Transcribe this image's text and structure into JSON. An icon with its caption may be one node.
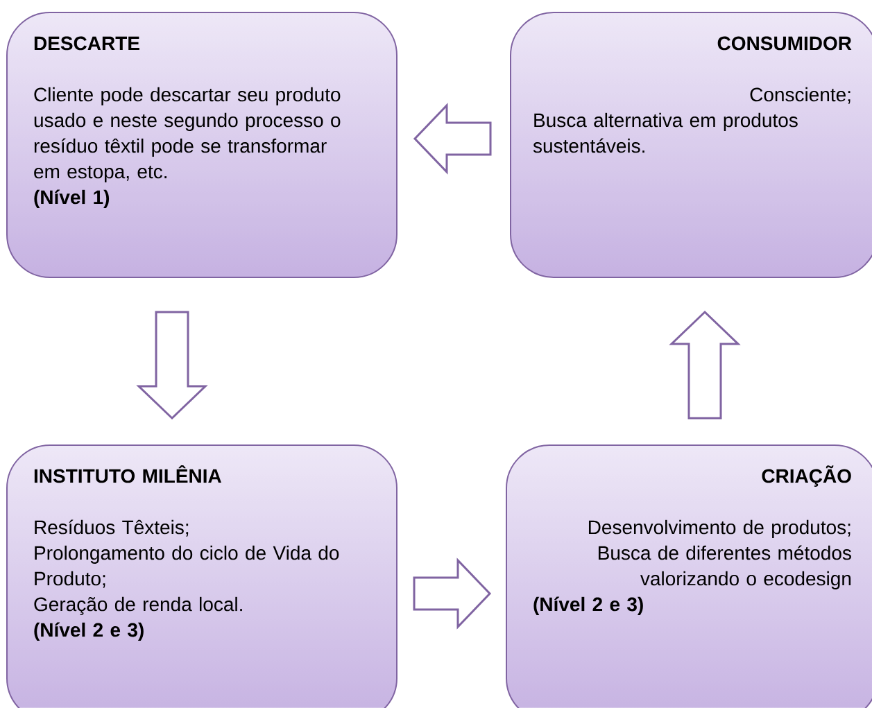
{
  "diagram": {
    "nodes": [
      {
        "text": [
          "DESCARTE",
          "Cliente pode descartar seu produto usado e neste segundo processo o resíduo têxtil pode se transformar em estopa, etc.",
          "(Nível 1)"
        ]
      },
      {
        "text": [
          "CONSUMIDOR",
          "Consciente;",
          "Busca alternativa em produtos sustentáveis."
        ]
      },
      {
        "text": [
          "INSTITUTO MILÊNIA",
          "Resíduos Têxteis;",
          "Prolongamento do ciclo de Vida do Produto;",
          "Geração de renda local.",
          "(Nível 2 e 3)"
        ]
      },
      {
        "text": [
          "CRIAÇÃO",
          "Desenvolvimento de produtos;",
          "Busca de diferentes métodos valorizando o ecodesign",
          "(Nível 2 e 3)"
        ]
      }
    ],
    "edges": [
      {
        "from": 1,
        "to": 0,
        "arrow": "to"
      },
      {
        "from": 0,
        "to": 2,
        "arrow": "to"
      },
      {
        "from": 2,
        "to": 3,
        "arrow": "to"
      },
      {
        "from": 3,
        "to": 1,
        "arrow": "to"
      }
    ]
  }
}
